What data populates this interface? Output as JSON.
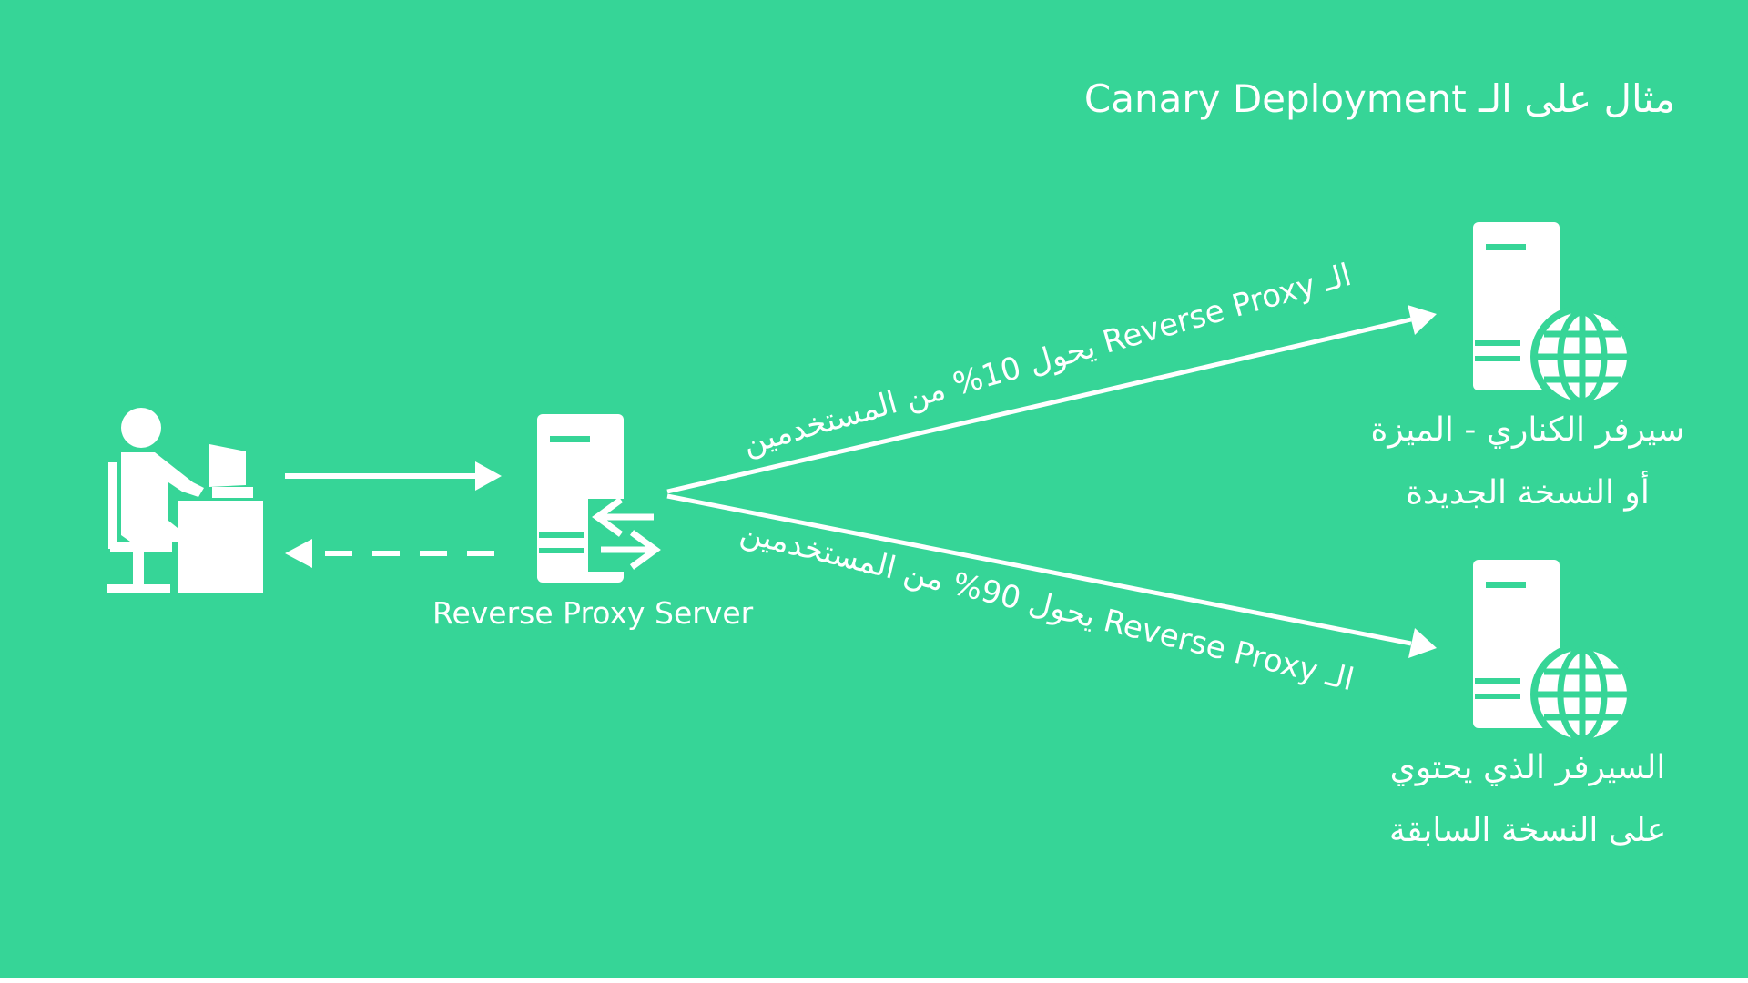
{
  "title": "مثال على الـ Canary Deployment",
  "proxy": {
    "label": "Reverse Proxy Server"
  },
  "arrows": {
    "to_canary_label": "الـ Reverse Proxy يحول 10% من المستخدمين",
    "to_old_label": "الـ Reverse Proxy يحول 90% من المستخدمين"
  },
  "servers": {
    "canary": {
      "line1": "سيرفر الكناري - الميزة",
      "line2": "أو النسخة الجديدة"
    },
    "old": {
      "line1": "السيرفر الذي يحتوي",
      "line2": "على النسخة السابقة"
    }
  },
  "icons": {
    "user": "user-at-desk-icon",
    "proxy": "reverse-proxy-server-icon",
    "canary_server": "web-server-globe-icon",
    "old_server": "web-server-globe-icon"
  },
  "colors": {
    "background": "#36d597",
    "foreground": "#ffffff"
  }
}
